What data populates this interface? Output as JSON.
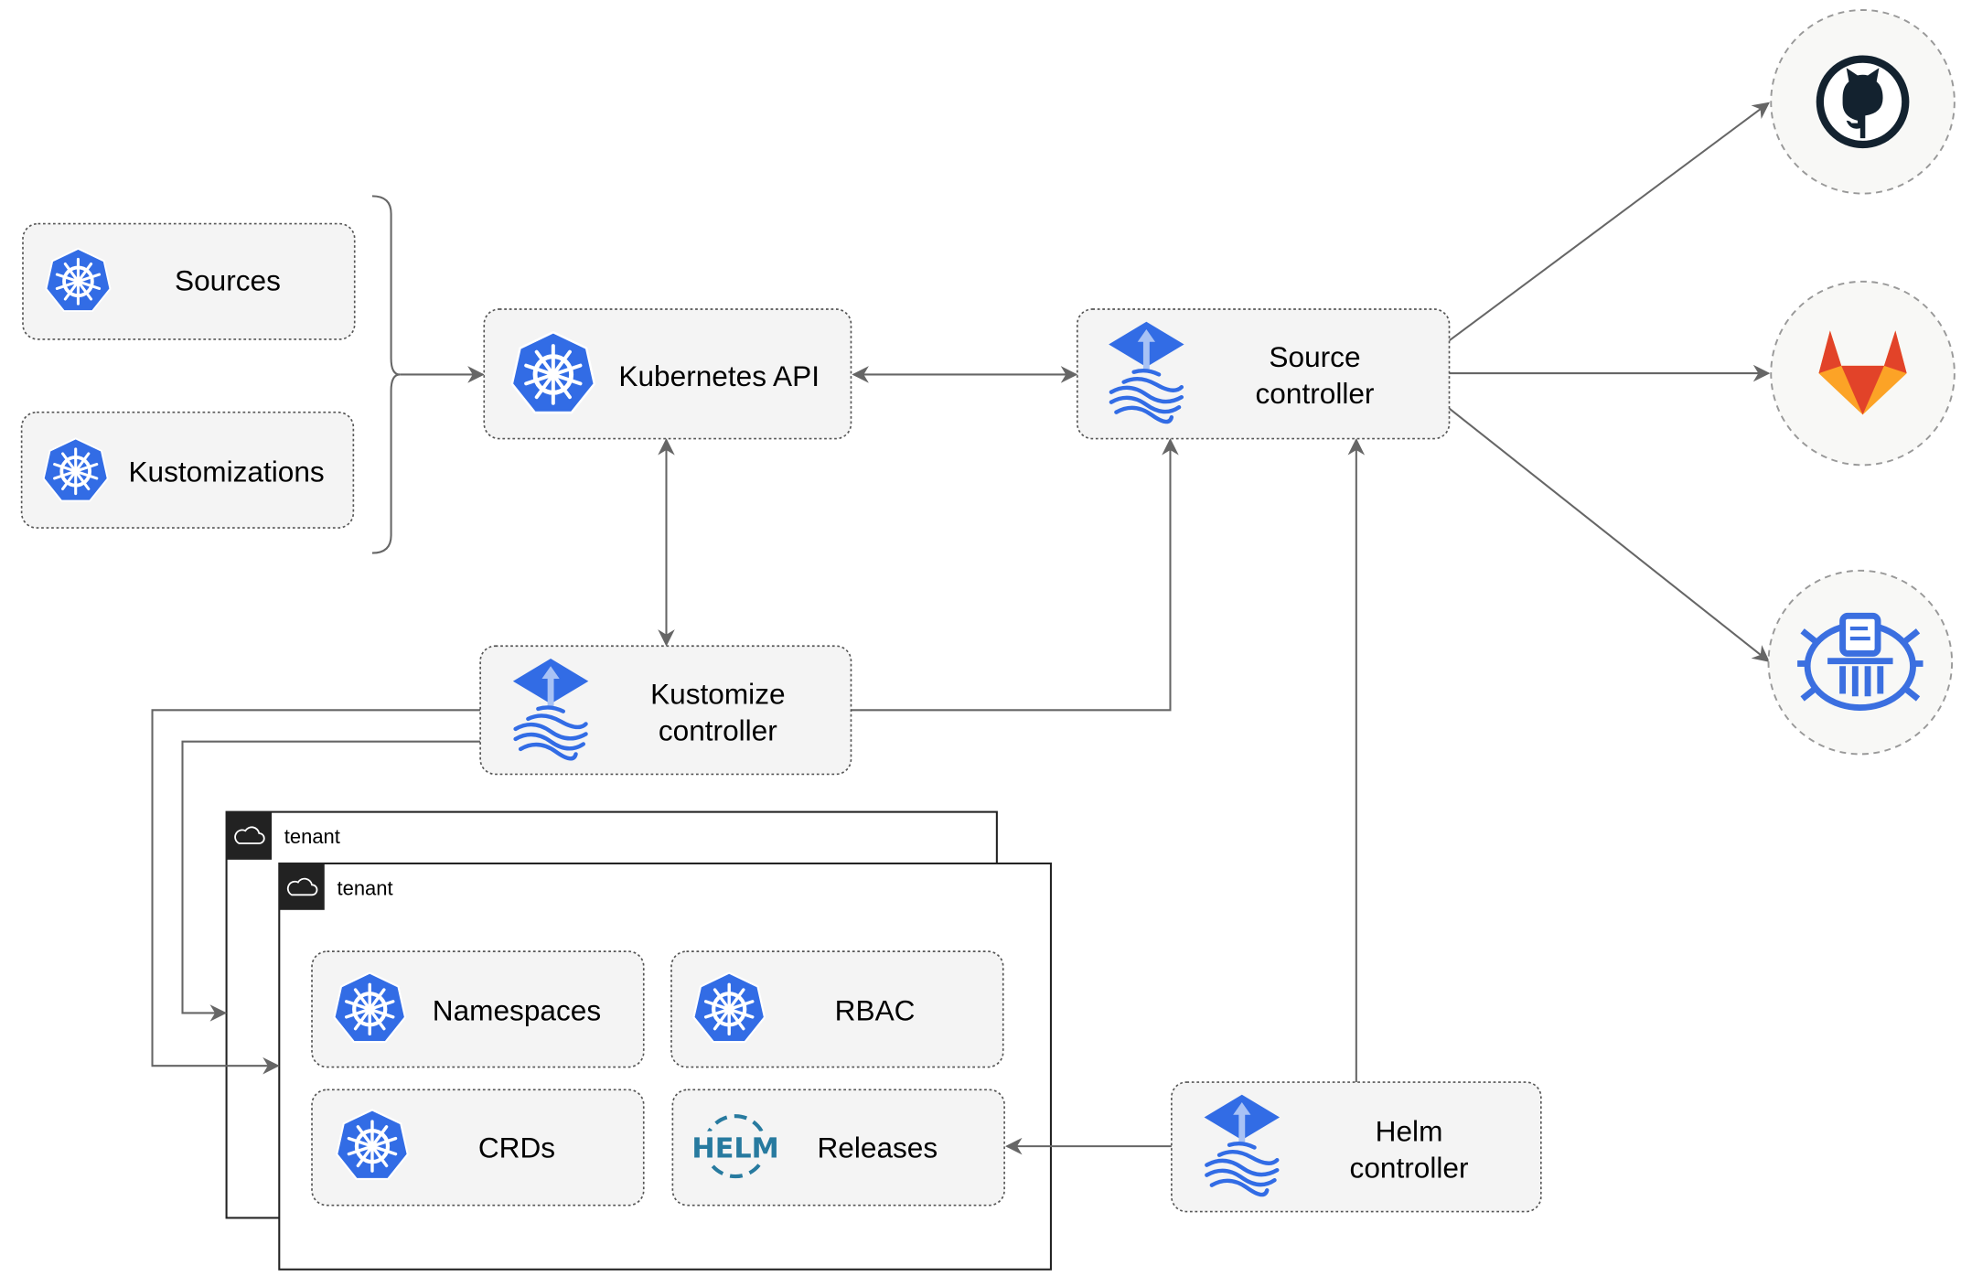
{
  "nodes": {
    "sources": "Sources",
    "kustomizations": "Kustomizations",
    "kubernetes_api": "Kubernetes API",
    "source_controller": [
      "Source",
      "controller"
    ],
    "kustomize_controller": [
      "Kustomize",
      "controller"
    ],
    "helm_controller": [
      "Helm",
      "controller"
    ],
    "namespaces": "Namespaces",
    "rbac": "RBAC",
    "crds": "CRDs",
    "releases": "Releases"
  },
  "tenants": [
    "tenant",
    "tenant"
  ],
  "helm_logo": "HELM",
  "external_sources": [
    "github-icon",
    "gitlab-icon",
    "bucket-icon"
  ],
  "colors": {
    "kubernetes_blue": "#326ce5",
    "gitlab_orange": "#e24329",
    "github_dark": "#13222f",
    "edge": "#666666"
  }
}
